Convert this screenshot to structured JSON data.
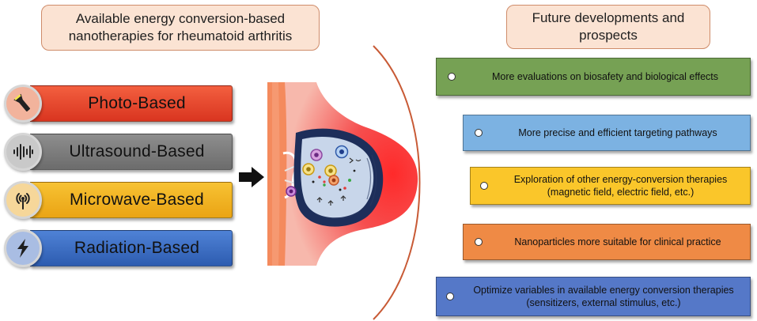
{
  "left_title": "Available energy conversion-based nanotherapies for rheumatoid arthritis",
  "right_title": "Future developments and prospects",
  "therapies": [
    {
      "label": "Photo-Based",
      "icon": "flashlight-icon",
      "color": "#e8432a"
    },
    {
      "label": "Ultrasound-Based",
      "icon": "sound-wave-icon",
      "color": "#7b7b7b"
    },
    {
      "label": "Microwave-Based",
      "icon": "antenna-icon",
      "color": "#f2b01e"
    },
    {
      "label": "Radiation-Based",
      "icon": "lightning-icon",
      "color": "#3c6fc4"
    }
  ],
  "prospects": [
    {
      "text": "More evaluations on biosafety and biological effects",
      "color": "#76a154"
    },
    {
      "text": "More precise and efficient targeting pathways",
      "color": "#76afe0"
    },
    {
      "text": "Exploration of other energy-conversion therapies (magnetic field, electric field, etc.)",
      "color": "#fac62a"
    },
    {
      "text": "Nanoparticles more suitable for clinical practice",
      "color": "#ef8a45"
    },
    {
      "text": "Optimize variables in available energy conversion therapies (sensitizers, external stimulus, etc.)",
      "color": "#5578c8"
    }
  ]
}
